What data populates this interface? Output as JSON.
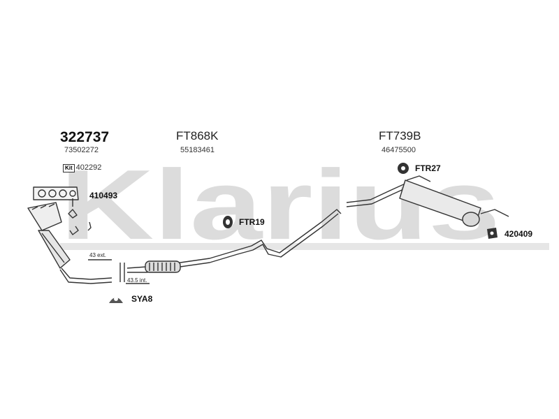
{
  "watermark": "Klarius",
  "sections": {
    "left": {
      "part_no": "322737",
      "oe_no": "73502272",
      "kit_tag": "Kit",
      "kit_no": "402292"
    },
    "middle": {
      "part_no": "FT868K",
      "oe_no": "55183461"
    },
    "right": {
      "part_no": "FT739B",
      "oe_no": "46475500"
    }
  },
  "fittings": {
    "manifold_gasket": "410493",
    "mount_ftr19": "FTR19",
    "mount_ftr27": "FTR27",
    "mount_420409": "420409",
    "clamp_sya8": "SYA8"
  },
  "measurements": {
    "ext": "43 ext.",
    "int": "43.5 int."
  },
  "colors": {
    "line": "#333333",
    "watermark": "#d6d6d6",
    "text": "#111111"
  }
}
